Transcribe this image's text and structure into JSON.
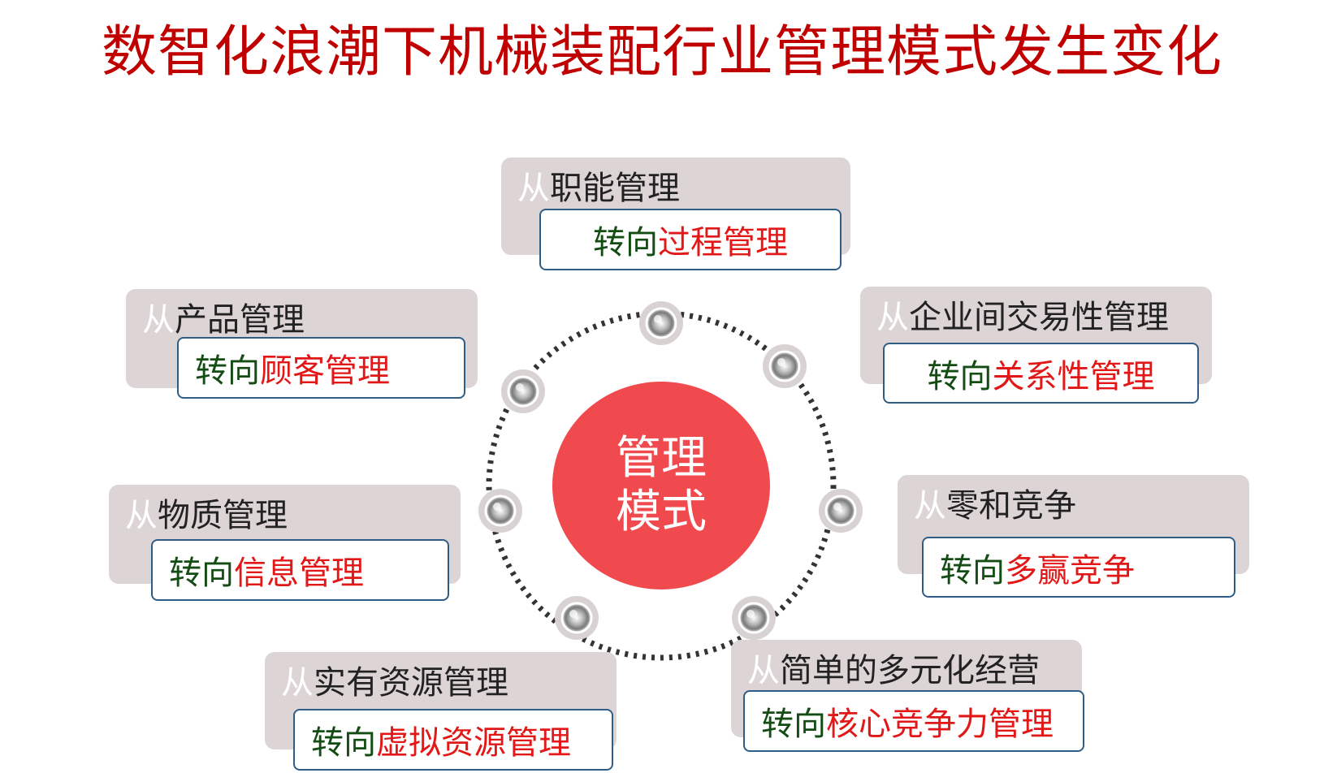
{
  "title": "数智化浪潮下机械装配行业管理模式发生变化",
  "center": {
    "label": "管理模式"
  },
  "labels": {
    "from": "从",
    "to": "转向"
  },
  "colors": {
    "title": "#c00000",
    "center_fill": "#f04a4f",
    "to_word": "#144d14",
    "to_text": "#e21818",
    "card_back": "#ddd5d5",
    "card_border": "#2f5d86"
  },
  "transitions": [
    {
      "from": "职能管理",
      "to": "过程管理"
    },
    {
      "from": "企业间交易性管理",
      "to": "关系性管理"
    },
    {
      "from": "零和竞争",
      "to": "多赢竞争"
    },
    {
      "from": "简单的多元化经营",
      "to": "核心竞争力管理"
    },
    {
      "from": "实有资源管理",
      "to": "虚拟资源管理"
    },
    {
      "from": "物质管理",
      "to": "信息管理"
    },
    {
      "from": "产品管理",
      "to": "顾客管理"
    }
  ]
}
